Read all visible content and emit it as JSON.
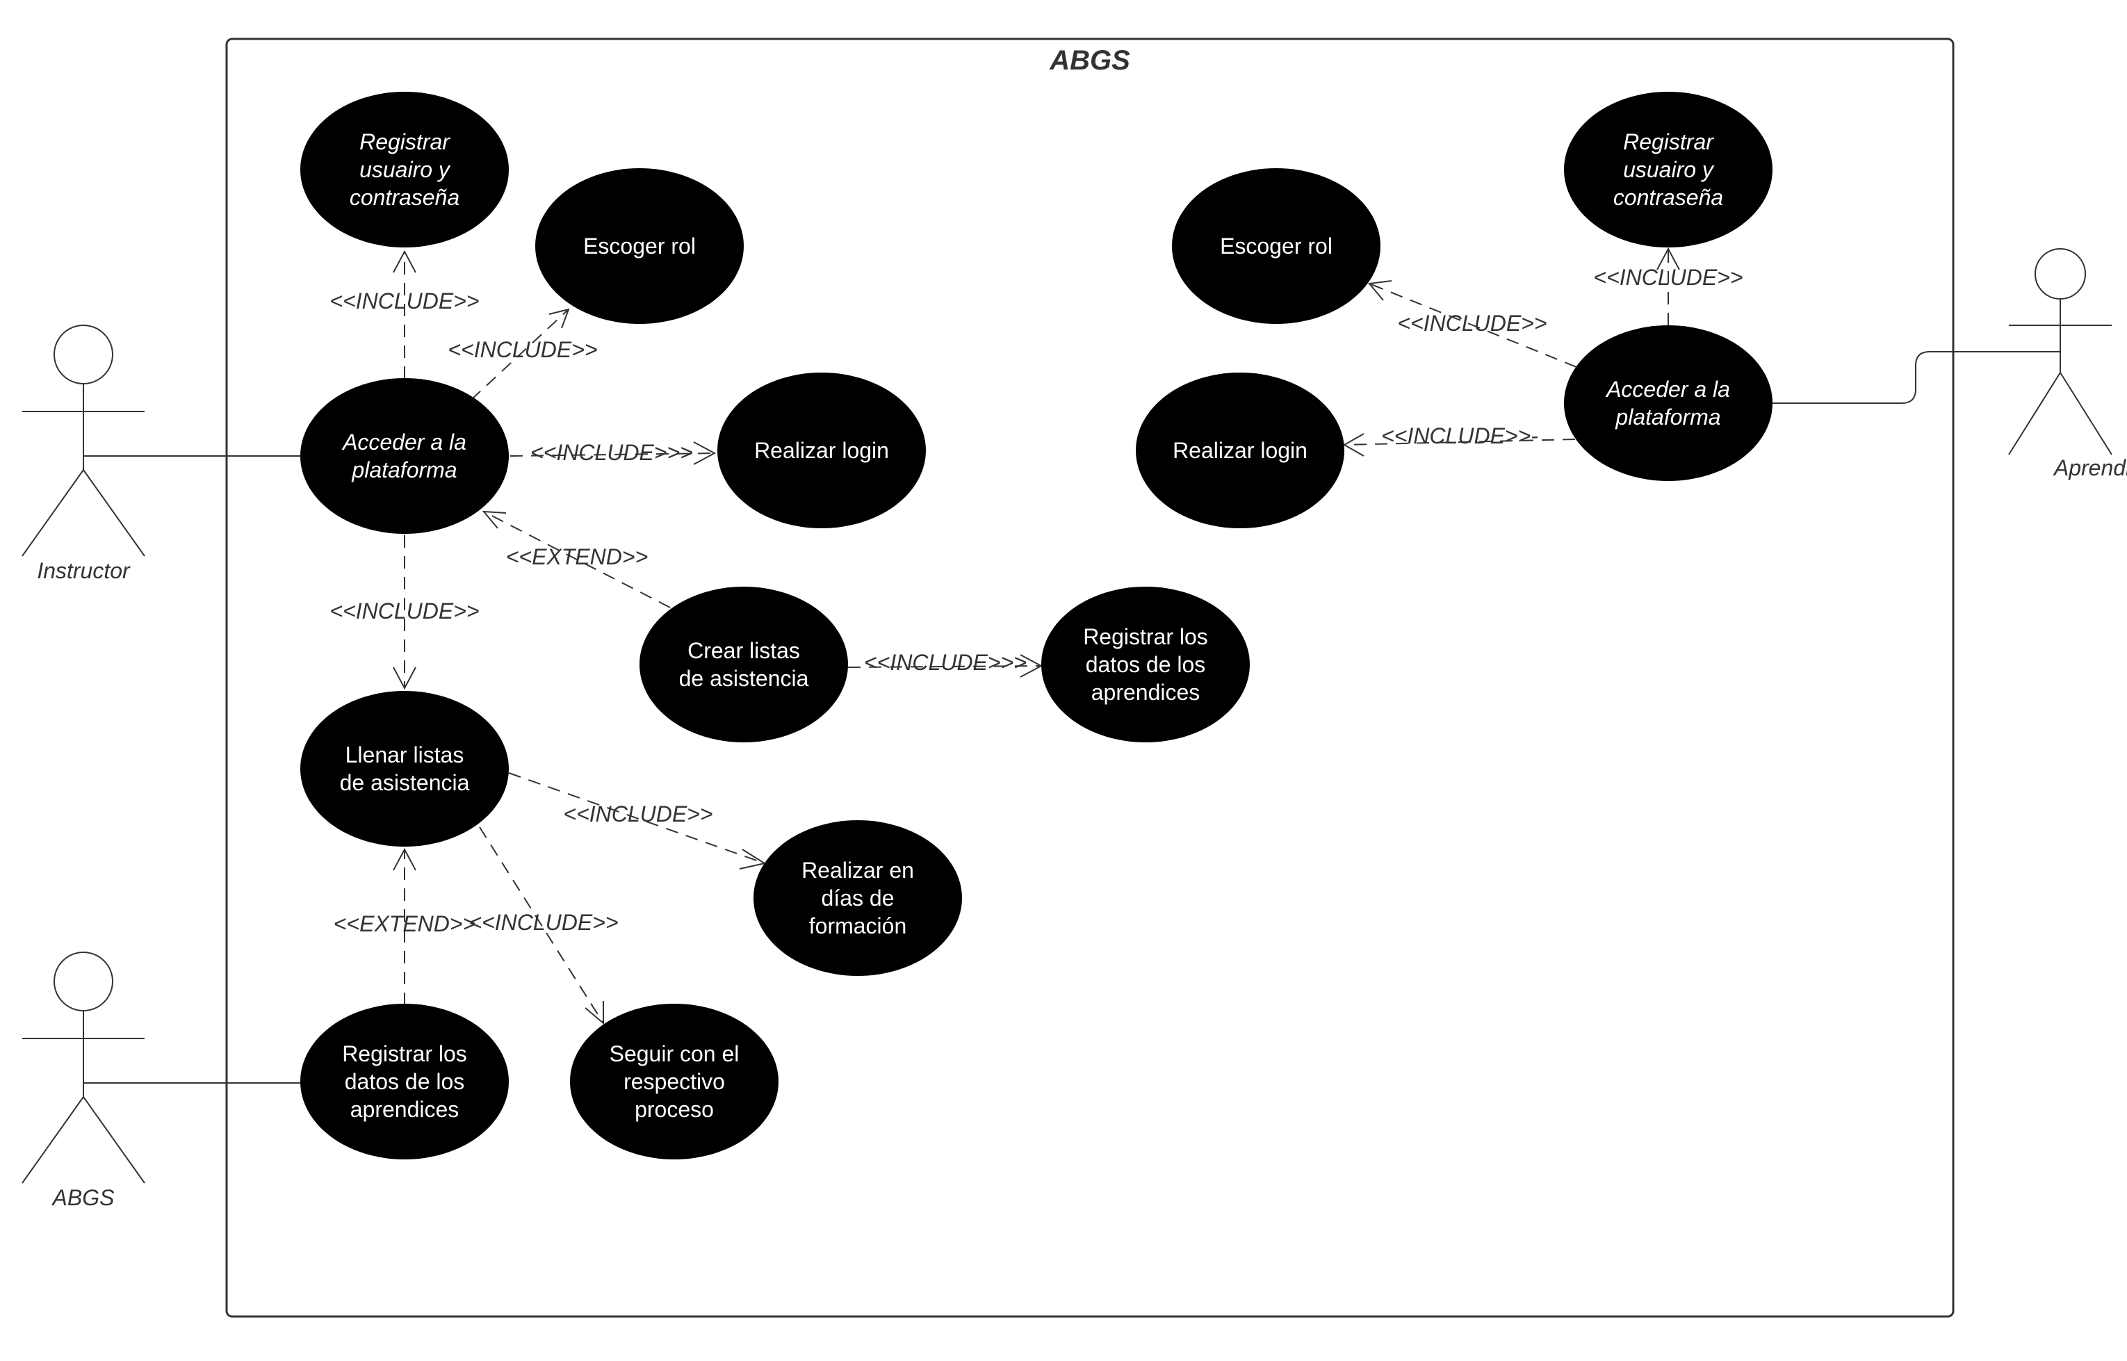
{
  "system": {
    "title": "ABGS"
  },
  "actors": {
    "instructor": "Instructor",
    "abgs": "ABGS",
    "aprendiz": "Aprendiz"
  },
  "usecases": {
    "registrar_usuario_left": [
      "Registrar",
      "usuairo y",
      "contraseña"
    ],
    "escoger_rol_left": [
      "Escoger rol"
    ],
    "acceder_left": [
      "Acceder a la",
      "plataforma"
    ],
    "realizar_login_left": [
      "Realizar login"
    ],
    "crear_listas": [
      "Crear listas",
      "de asistencia"
    ],
    "registrar_datos_mid": [
      "Registrar los",
      "datos de los",
      "aprendices"
    ],
    "llenar_listas": [
      "Llenar listas",
      "de asistencia"
    ],
    "realizar_dias": [
      "Realizar en",
      "días de",
      "formación"
    ],
    "registrar_datos_bottom": [
      "Registrar los",
      "datos de los",
      "aprendices"
    ],
    "seguir_proceso": [
      "Seguir con el",
      "respectivo",
      "proceso"
    ],
    "registrar_usuario_right": [
      "Registrar",
      "usuairo y",
      "contraseña"
    ],
    "escoger_rol_right": [
      "Escoger  rol"
    ],
    "acceder_right": [
      "Acceder a la",
      "plataforma"
    ],
    "realizar_login_right": [
      "Realizar login"
    ]
  },
  "stereotypes": {
    "include": "<<INCLUDE>>",
    "include_login_left": "<<INCLUDE>>>",
    "include_crear": "<<INCLUDE>>>",
    "include_login_right": "<<INCLUDE>>-",
    "extend": "<<EXTEND>>",
    "extend_bottom": "<<EXTEND>>",
    "include_bottom": "<<INCLUDE>>"
  },
  "colors": {
    "usecase_fill": "#000000",
    "usecase_text": "#ffffff",
    "line": "#333333"
  }
}
